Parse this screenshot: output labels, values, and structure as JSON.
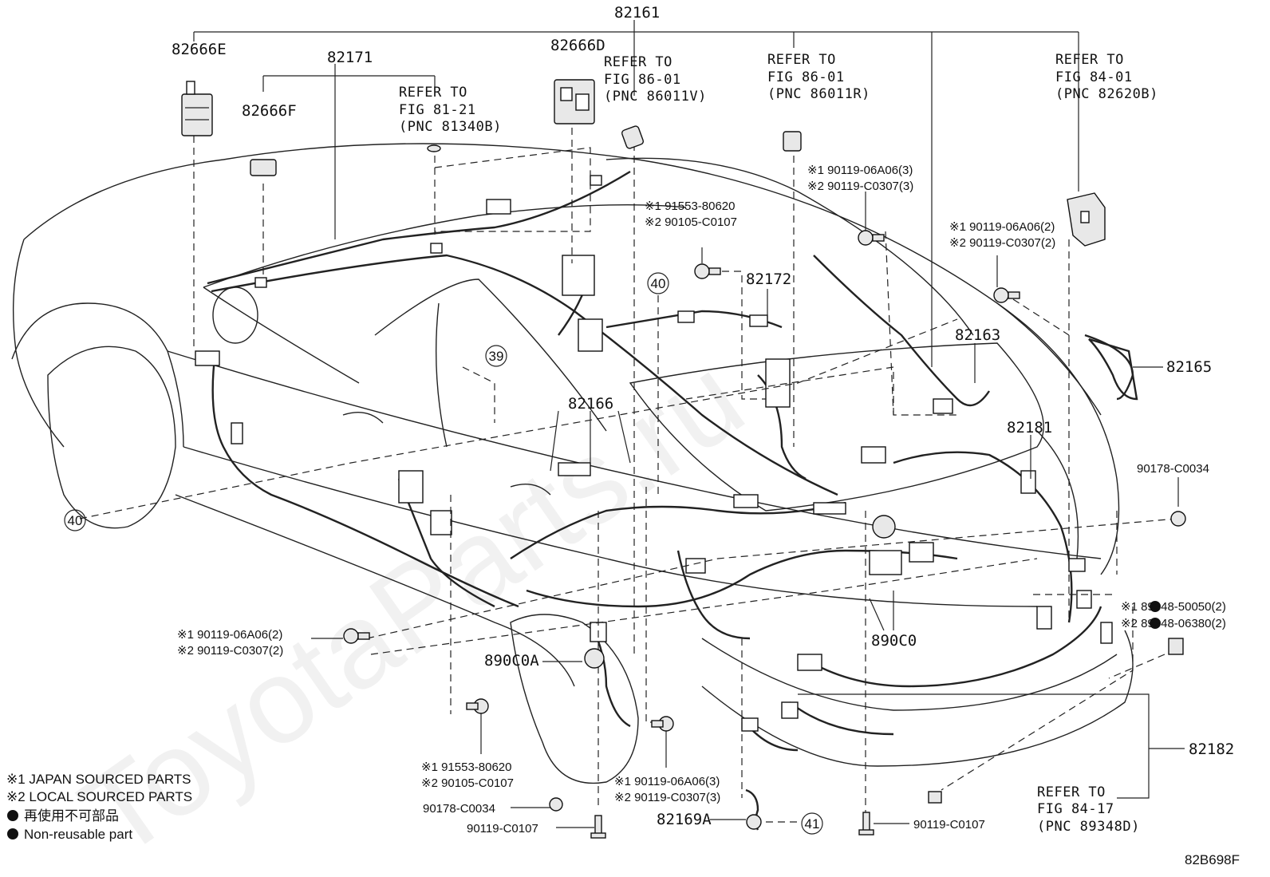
{
  "part_numbers": {
    "p82161": "82161",
    "p82666E": "82666E",
    "p82171": "82171",
    "p82666F": "82666F",
    "p82666D": "82666D",
    "p82172": "82172",
    "p82163": "82163",
    "p82165": "82165",
    "p82166": "82166",
    "p82181": "82181",
    "p890C0": "890C0",
    "p890C0A": "890C0A",
    "p82182": "82182",
    "p82169A": "82169A",
    "p90178_right": "90178-C0034",
    "p90178_bottom": "90178-C0034",
    "p90119_bottom_left": "90119-C0107",
    "p90119_bottom_right": "90119-C0107"
  },
  "refer_to": [
    {
      "line1": "REFER TO",
      "line2": "FIG 81-21",
      "line3": "(PNC 81340B)"
    },
    {
      "line1": "REFER TO",
      "line2": "FIG 86-01",
      "line3": "(PNC 86011V)"
    },
    {
      "line1": "REFER TO",
      "line2": "FIG 86-01",
      "line3": "(PNC 86011R)"
    },
    {
      "line1": "REFER TO",
      "line2": "FIG 84-01",
      "line3": "(PNC 82620B)"
    },
    {
      "line1": "REFER TO",
      "line2": "FIG 84-17",
      "line3": "(PNC 89348D)"
    }
  ],
  "bolt_groups": {
    "mid_top": [
      "※1 91553-80620",
      "※2 90105-C0107"
    ],
    "center_top": [
      "※1 90119-06A06(3)",
      "※2 90119-C0307(3)"
    ],
    "right_top": [
      "※1 90119-06A06(2)",
      "※2 90119-C0307(2)"
    ],
    "left_mid": [
      "※1 90119-06A06(2)",
      "※2 90119-C0307(2)"
    ],
    "bottom_left": [
      "※1 91553-80620",
      "※2 90105-C0107"
    ],
    "bottom_center": [
      "※1 90119-06A06(3)",
      "※2 90119-C0307(3)"
    ],
    "right_mid": [
      "※1 89348-50050(2)",
      "※2 89348-06380(2)"
    ]
  },
  "circled_refs": {
    "c39": "39",
    "c40_top": "40",
    "c40_left": "40",
    "c41": "41"
  },
  "legend": {
    "note1": "※1 JAPAN SOURCED PARTS",
    "note2": "※2 LOCAL SOURCED PARTS",
    "note3": "再使用不可部品",
    "note4": "Non-reusable part"
  },
  "diagram_code": "82B698F",
  "watermark": "ToyotaParts.ru",
  "colors": {
    "ink": "#111111",
    "background": "#ffffff"
  }
}
